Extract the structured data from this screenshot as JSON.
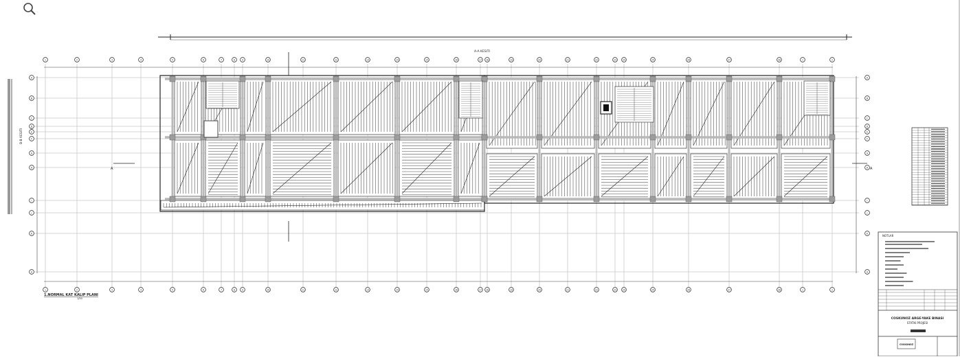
{
  "viewer": {
    "zoom_icon": "magnifier-icon"
  },
  "drawing": {
    "plan_title": "1.NORMAL KAT KALIP PLANI",
    "plan_scale": "1/50",
    "section_top": "A-A KESITI",
    "section_left": "B-B KESITI",
    "section_mark": "A",
    "grid_columns": [
      "1",
      "2",
      "3",
      "4",
      "5",
      "6",
      "7",
      "8",
      "9",
      "10",
      "11",
      "12",
      "13",
      "14",
      "15",
      "16",
      "17",
      "18",
      "19",
      "20",
      "21",
      "22",
      "23",
      "24",
      "25",
      "26",
      "27",
      "28"
    ],
    "grid_rows": [
      "A",
      "B",
      "C",
      "D",
      "E",
      "F",
      "G",
      "H",
      "I",
      "J",
      "K"
    ]
  },
  "title_block": {
    "notes_header": "NOTLAR",
    "project_name": "COSKUNOZ ARGE-YAKE BINASI",
    "project_type": "STATIK PROJESI",
    "company": "COSKUNOZ"
  }
}
